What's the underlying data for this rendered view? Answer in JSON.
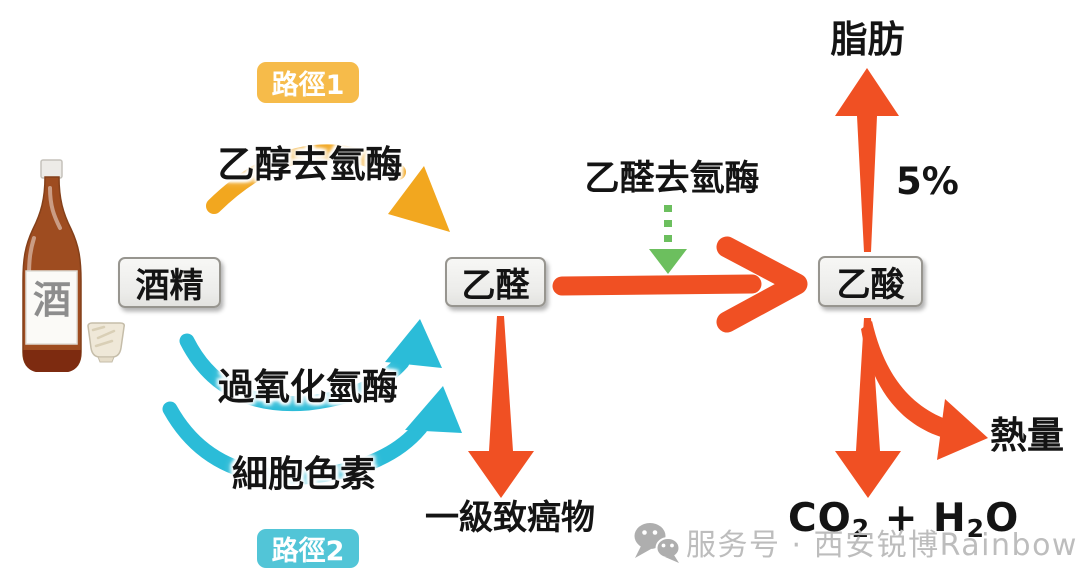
{
  "diagram_title": "alcohol-metabolism-pathways",
  "pathway1": {
    "badge": "路徑1",
    "enzyme": "乙醇去氫酶"
  },
  "pathway2": {
    "badge": "路徑2",
    "enzyme_catalase": "過氧化氫酶",
    "enzyme_cytochrome": "細胞色素"
  },
  "nodes": {
    "alcohol": "酒精",
    "acetaldehyde": "乙醛",
    "acetate": "乙酸"
  },
  "enzyme_aldh": "乙醛去氫酶",
  "outputs": {
    "fat": "脂肪",
    "fat_percent": "5%",
    "heat": "熱量",
    "carcinogen": "一級致癌物",
    "co2_h2o": {
      "c1": "CO",
      "sub1": "2",
      "mid": " + H",
      "sub2": "2",
      "end": "O"
    }
  },
  "bottle": {
    "label": "酒"
  },
  "watermark": {
    "icon": "wechat-icon",
    "text": "服务号 · 西安锐博Rainbow"
  },
  "colors": {
    "arrow_orange": "#F05023",
    "arc_yellow": "#F2A71F",
    "badge_yellow": "#F6BB4A",
    "arc_cyan": "#2BBCD8",
    "badge_cyan": "#52C5D7",
    "dashed_green": "#6CBF5E",
    "node_bg": "#EFEFED",
    "node_border": "#97958F",
    "watermark_gray": "#BDBDBD",
    "bottle_brown": "#9E4C20"
  }
}
